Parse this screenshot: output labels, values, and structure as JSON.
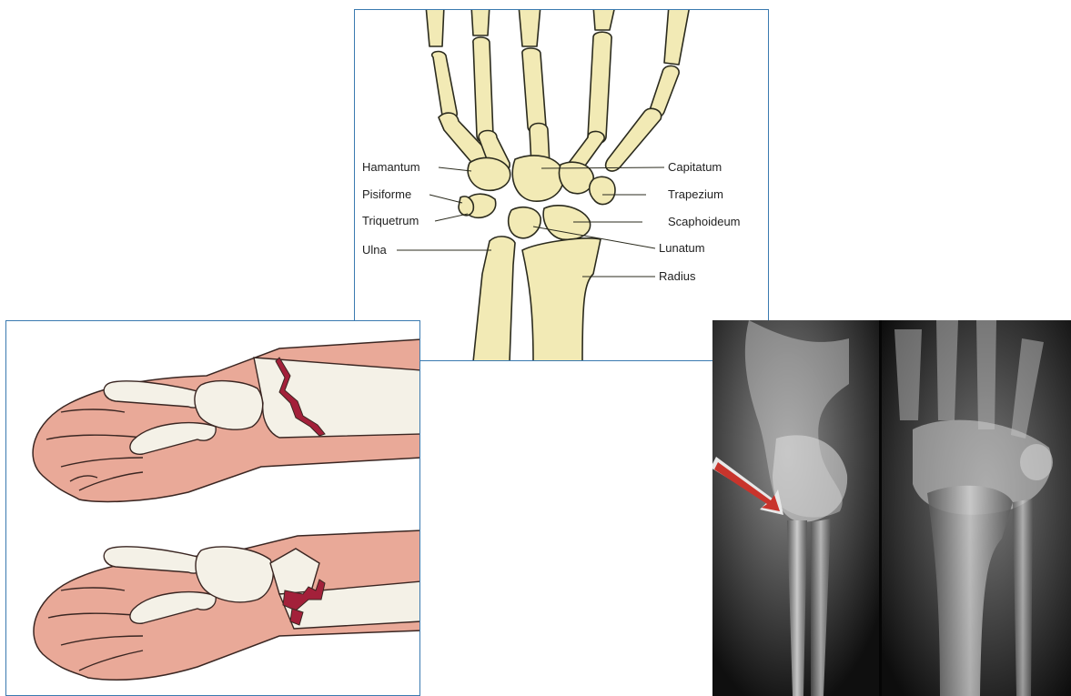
{
  "anatomy": {
    "labels_left": [
      "Hamantum",
      "Pisiforme",
      "Triquetrum",
      "Ulna"
    ],
    "labels_right": [
      "Capitatum",
      "Trapezium",
      "Scaphoideum",
      "Lunatum",
      "Radius"
    ]
  },
  "colors": {
    "bone_fill": "#f2eab5",
    "bone_stroke": "#2b2b1e",
    "skin": "#e9a998",
    "fracture_red": "#a3203a",
    "panel_border": "#3a7ab0",
    "arrow": "#c8342c"
  }
}
